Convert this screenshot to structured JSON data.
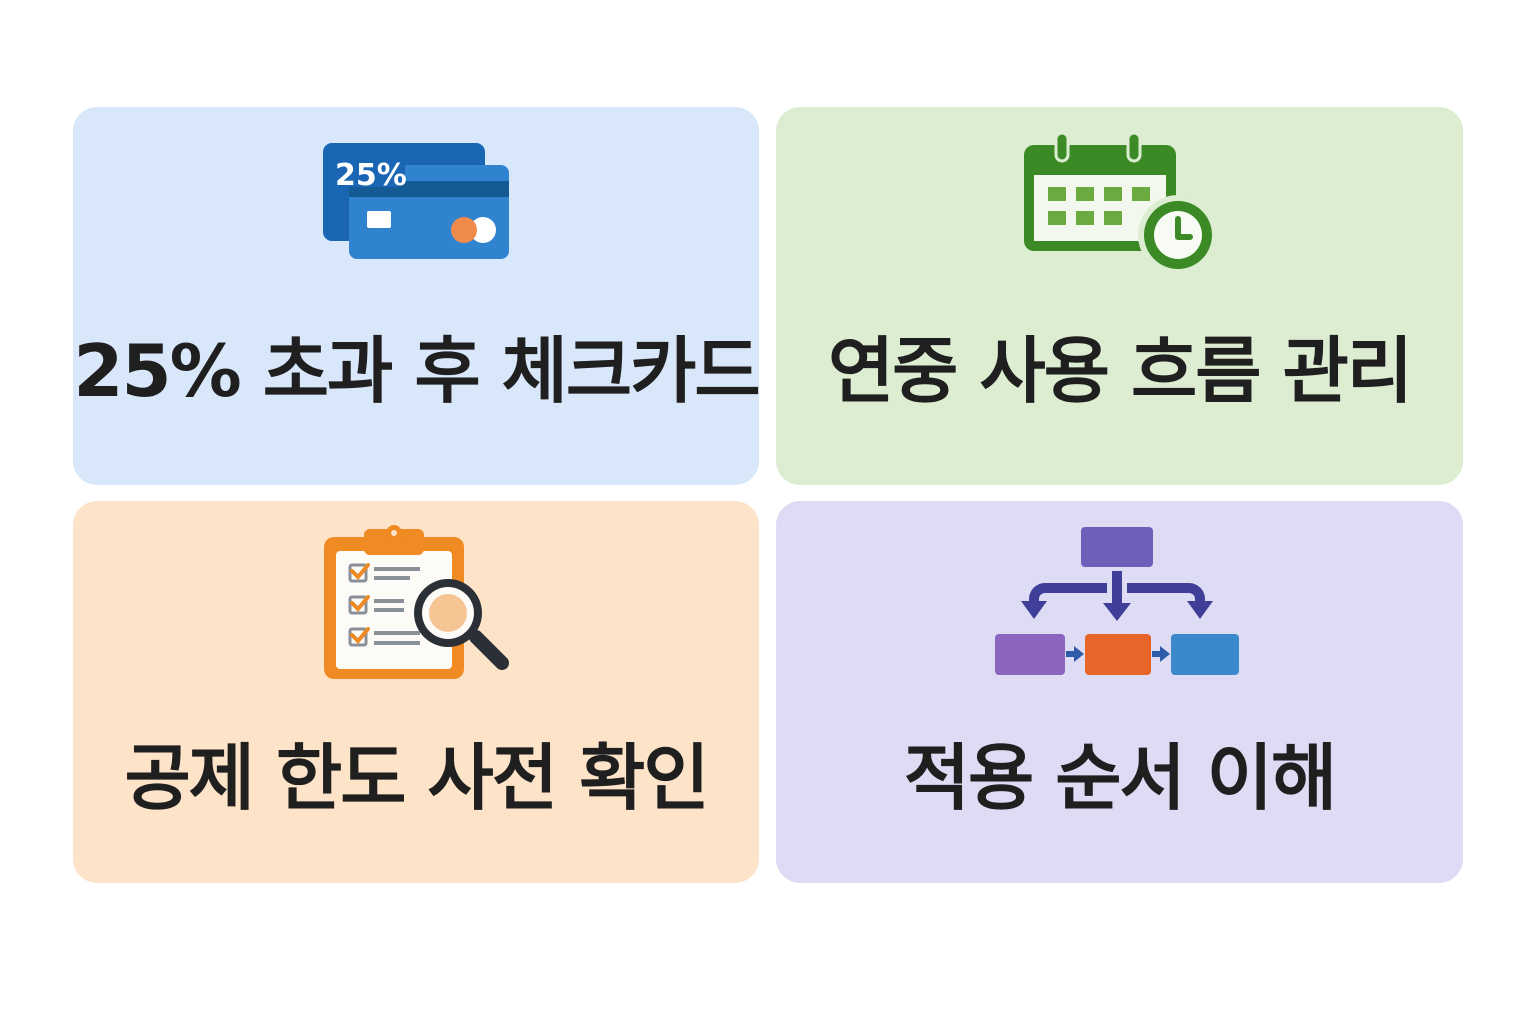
{
  "colors": {
    "card_blue": "#d8e7fa",
    "card_green": "#dcedd2",
    "card_orange": "#fde3c8",
    "card_purple": "#dedbf4",
    "title_text": "#1f1f1f"
  },
  "cards": [
    {
      "id": "check-card",
      "title": "25% 초과 후 체크카드",
      "icon": "credit-card-icon",
      "icon_badge": "25%"
    },
    {
      "id": "annual-usage",
      "title": "연중 사용 흐름 관리",
      "icon": "calendar-clock-icon"
    },
    {
      "id": "deduction-limit",
      "title": "공제 한도 사전 확인",
      "icon": "clipboard-magnifier-icon"
    },
    {
      "id": "apply-order",
      "title": "적용 순서 이해",
      "icon": "flowchart-icon"
    }
  ]
}
